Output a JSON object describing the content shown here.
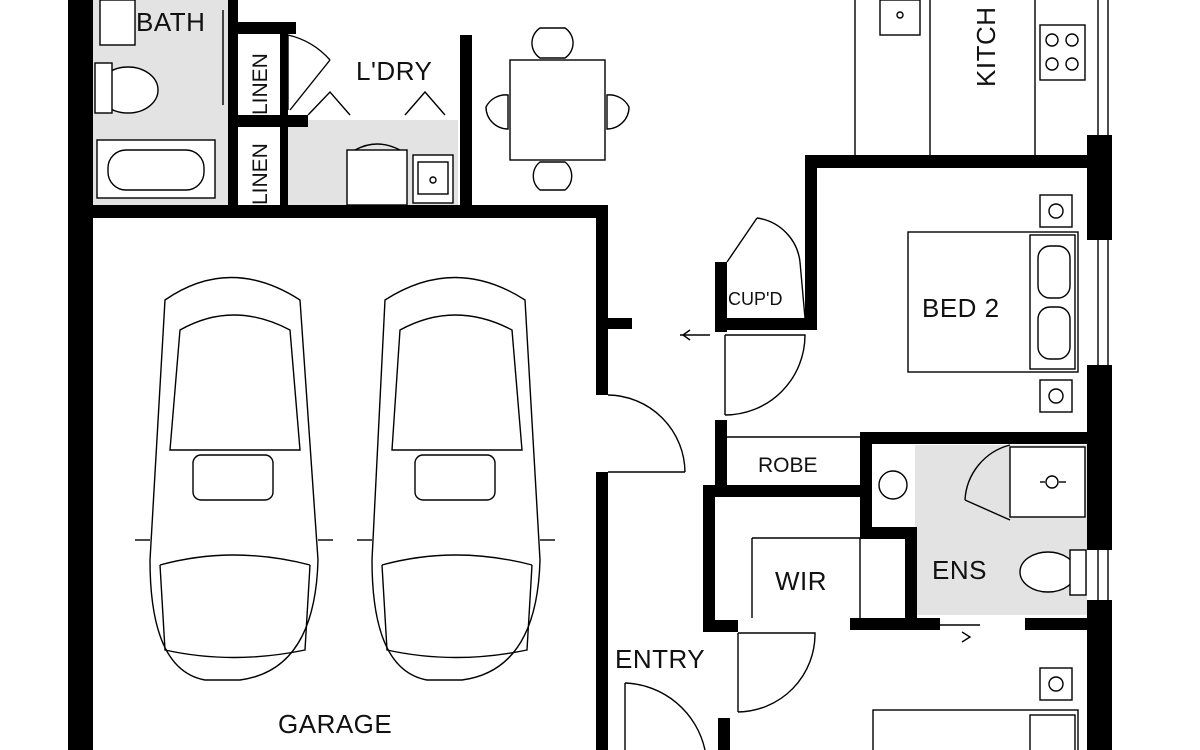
{
  "rooms": {
    "bath": "BATH",
    "linen_upper": "LINEN",
    "linen_lower": "LINEN",
    "laundry": "L'DRY",
    "kitchen": "KITCH",
    "cupboard": "CUP'D",
    "bed2": "BED 2",
    "robe": "ROBE",
    "ensuite": "ENS",
    "wir": "WIR",
    "entry": "ENTRY",
    "garage": "GARAGE"
  },
  "colors": {
    "wall": "#000000",
    "wet_area": "#e3e3e3",
    "background": "#ffffff"
  }
}
